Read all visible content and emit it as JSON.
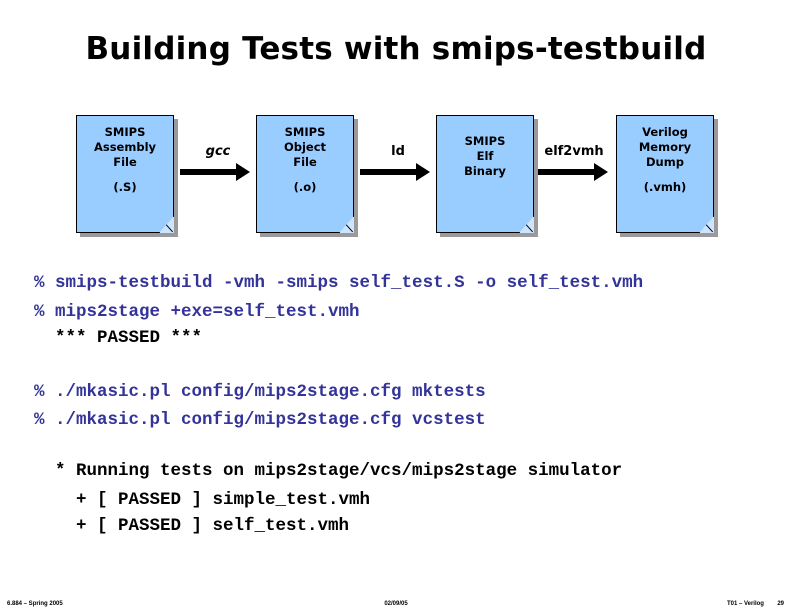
{
  "slide": {
    "title": "Building Tests with smips-testbuild"
  },
  "diagram": {
    "boxes": [
      {
        "line1": "SMIPS",
        "line2": "Assembly",
        "line3": "File",
        "ext": "(.S)"
      },
      {
        "line1": "SMIPS",
        "line2": "Object",
        "line3": "File",
        "ext": "(.o)"
      },
      {
        "line1": "SMIPS",
        "line2": "Elf",
        "line3": "Binary",
        "ext": ""
      },
      {
        "line1": "Verilog",
        "line2": "Memory",
        "line3": "Dump",
        "ext": "(.vmh)"
      }
    ],
    "arrows": [
      {
        "label": "gcc"
      },
      {
        "label": "ld"
      },
      {
        "label": "elf2vmh"
      }
    ],
    "box_fill": "#99ccff",
    "box_border": "#000000",
    "shadow_color": "#9a9a9a"
  },
  "terminal": {
    "accent_color": "#333399",
    "block1": [
      "% smips-testbuild -vmh -smips self_test.S -o self_test.vmh",
      "% mips2stage +exe=self_test.vmh"
    ],
    "block1_result": "  *** PASSED ***",
    "block2": [
      "% ./mkasic.pl config/mips2stage.cfg mktests",
      "% ./mkasic.pl config/mips2stage.cfg vcstest"
    ],
    "block3": [
      "  * Running tests on mips2stage/vcs/mips2stage simulator",
      "    + [ PASSED ] simple_test.vmh",
      "    + [ PASSED ] self_test.vmh"
    ]
  },
  "footer": {
    "left": "6.884 – Spring 2005",
    "center": "02/09/05",
    "right": "T01 – Verilog",
    "slide_number": "29"
  }
}
